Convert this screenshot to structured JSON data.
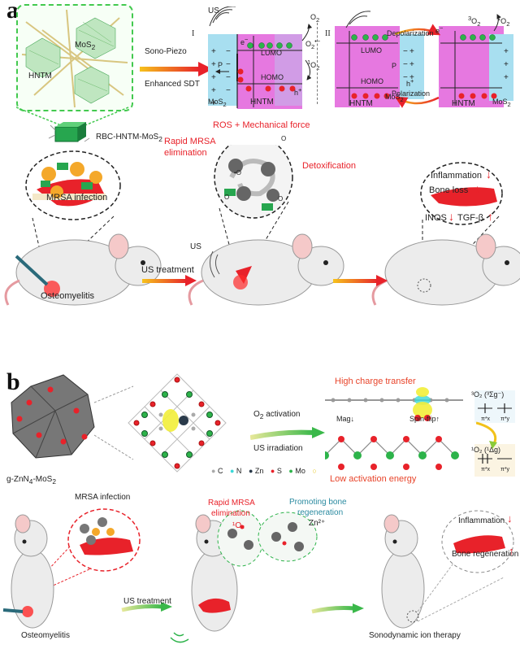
{
  "panel_a": {
    "letter": "a",
    "nano": {
      "mos2": "MoS",
      "mos2_sub": "2",
      "hntm": "HNTM",
      "label": "RBC-HNTM-MoS",
      "label_sub": "2"
    },
    "arrow": {
      "line1": "Sono-Piezo",
      "line2": "Enhanced SDT"
    },
    "band_I": {
      "roman": "I",
      "us": "US",
      "lumo": "LUMO",
      "homo": "HOMO",
      "hntm": "HNTM",
      "mos2": "MoS",
      "mos2_sub": "2",
      "p": "P",
      "e": "e",
      "h": "h",
      "o2": "O",
      "o2_sub": "2",
      "o2r": "O",
      "o2r_sub": "2",
      "o2r_sup": "•−",
      "so2": "O",
      "so2_pre": "1",
      "so2_sub": "2"
    },
    "band_II": {
      "roman": "II",
      "lumo": "LUMO",
      "homo": "HOMO",
      "hntm": "HNTM",
      "mos2": "MoS",
      "mos2_sub": "2",
      "p": "P",
      "e": "e",
      "h": "h",
      "so2": "O",
      "so2_pre": "3",
      "so2_sub": "2",
      "o2": "O",
      "o2_pre": "1",
      "o2_sub": "2"
    },
    "switch": {
      "depol": "Depolarization",
      "pol": "Polarization"
    },
    "step1": {
      "bubble": "MRSA infection",
      "disease": "Osteomyelitis"
    },
    "step2": {
      "ros": "ROS + Mechanical force",
      "rapid1": "Rapid MRSA",
      "rapid2": "elimination",
      "detox": "Detoxification",
      "treatment": "US treatment",
      "us": "US",
      "o2a": "•O",
      "o2b": "O",
      "o2c": "O",
      "o2d": "O"
    },
    "step3": {
      "inflam": "Inflammation",
      "bone": "Bone loss",
      "inos": "INOS",
      "tgf": "TGF-β"
    }
  },
  "panel_b": {
    "letter": "b",
    "material": "g-ZnN",
    "mat_sub": "4",
    "mat_tail": "-MoS",
    "mat_sub2": "2",
    "o2_act": "O",
    "o2_act_sub": "2",
    "o2_act_tail": " activation",
    "us_irr": "US irradiation",
    "legend": {
      "c": "C",
      "n": "N",
      "zn": "Zn",
      "s": "S",
      "mo": "Mo"
    },
    "high": "High charge transfer",
    "low": "Low activation energy",
    "mag": "Mag↓",
    "spin": "Spin-flip↑",
    "triplet": "³O₂ (³Σg⁻)",
    "singlet": "¹O₂ (¹Δg)",
    "pi_a": "π*x",
    "pi_b": "π*y",
    "pi_c": "π*x",
    "pi_d": "π*y",
    "step1": {
      "bubble": "MRSA infection",
      "disease": "Osteomyelitis"
    },
    "step2": {
      "treatment": "US treatment",
      "rapid1": "Rapid MRSA",
      "rapid2": "elimination",
      "so2": "¹O₂",
      "prom1": "Promoting bone",
      "prom2": "regeneration",
      "zn": "Zn²⁺"
    },
    "step3": {
      "inflam": "Inflammation",
      "bone": "Bone regeneration",
      "therapy": "Sonodynamic ion therapy"
    }
  },
  "colors": {
    "red": "#e8222a",
    "pink": "#e060d8",
    "lightblue": "#a8dff0",
    "green": "#2aa84a",
    "teal": "#2a8aa0"
  }
}
